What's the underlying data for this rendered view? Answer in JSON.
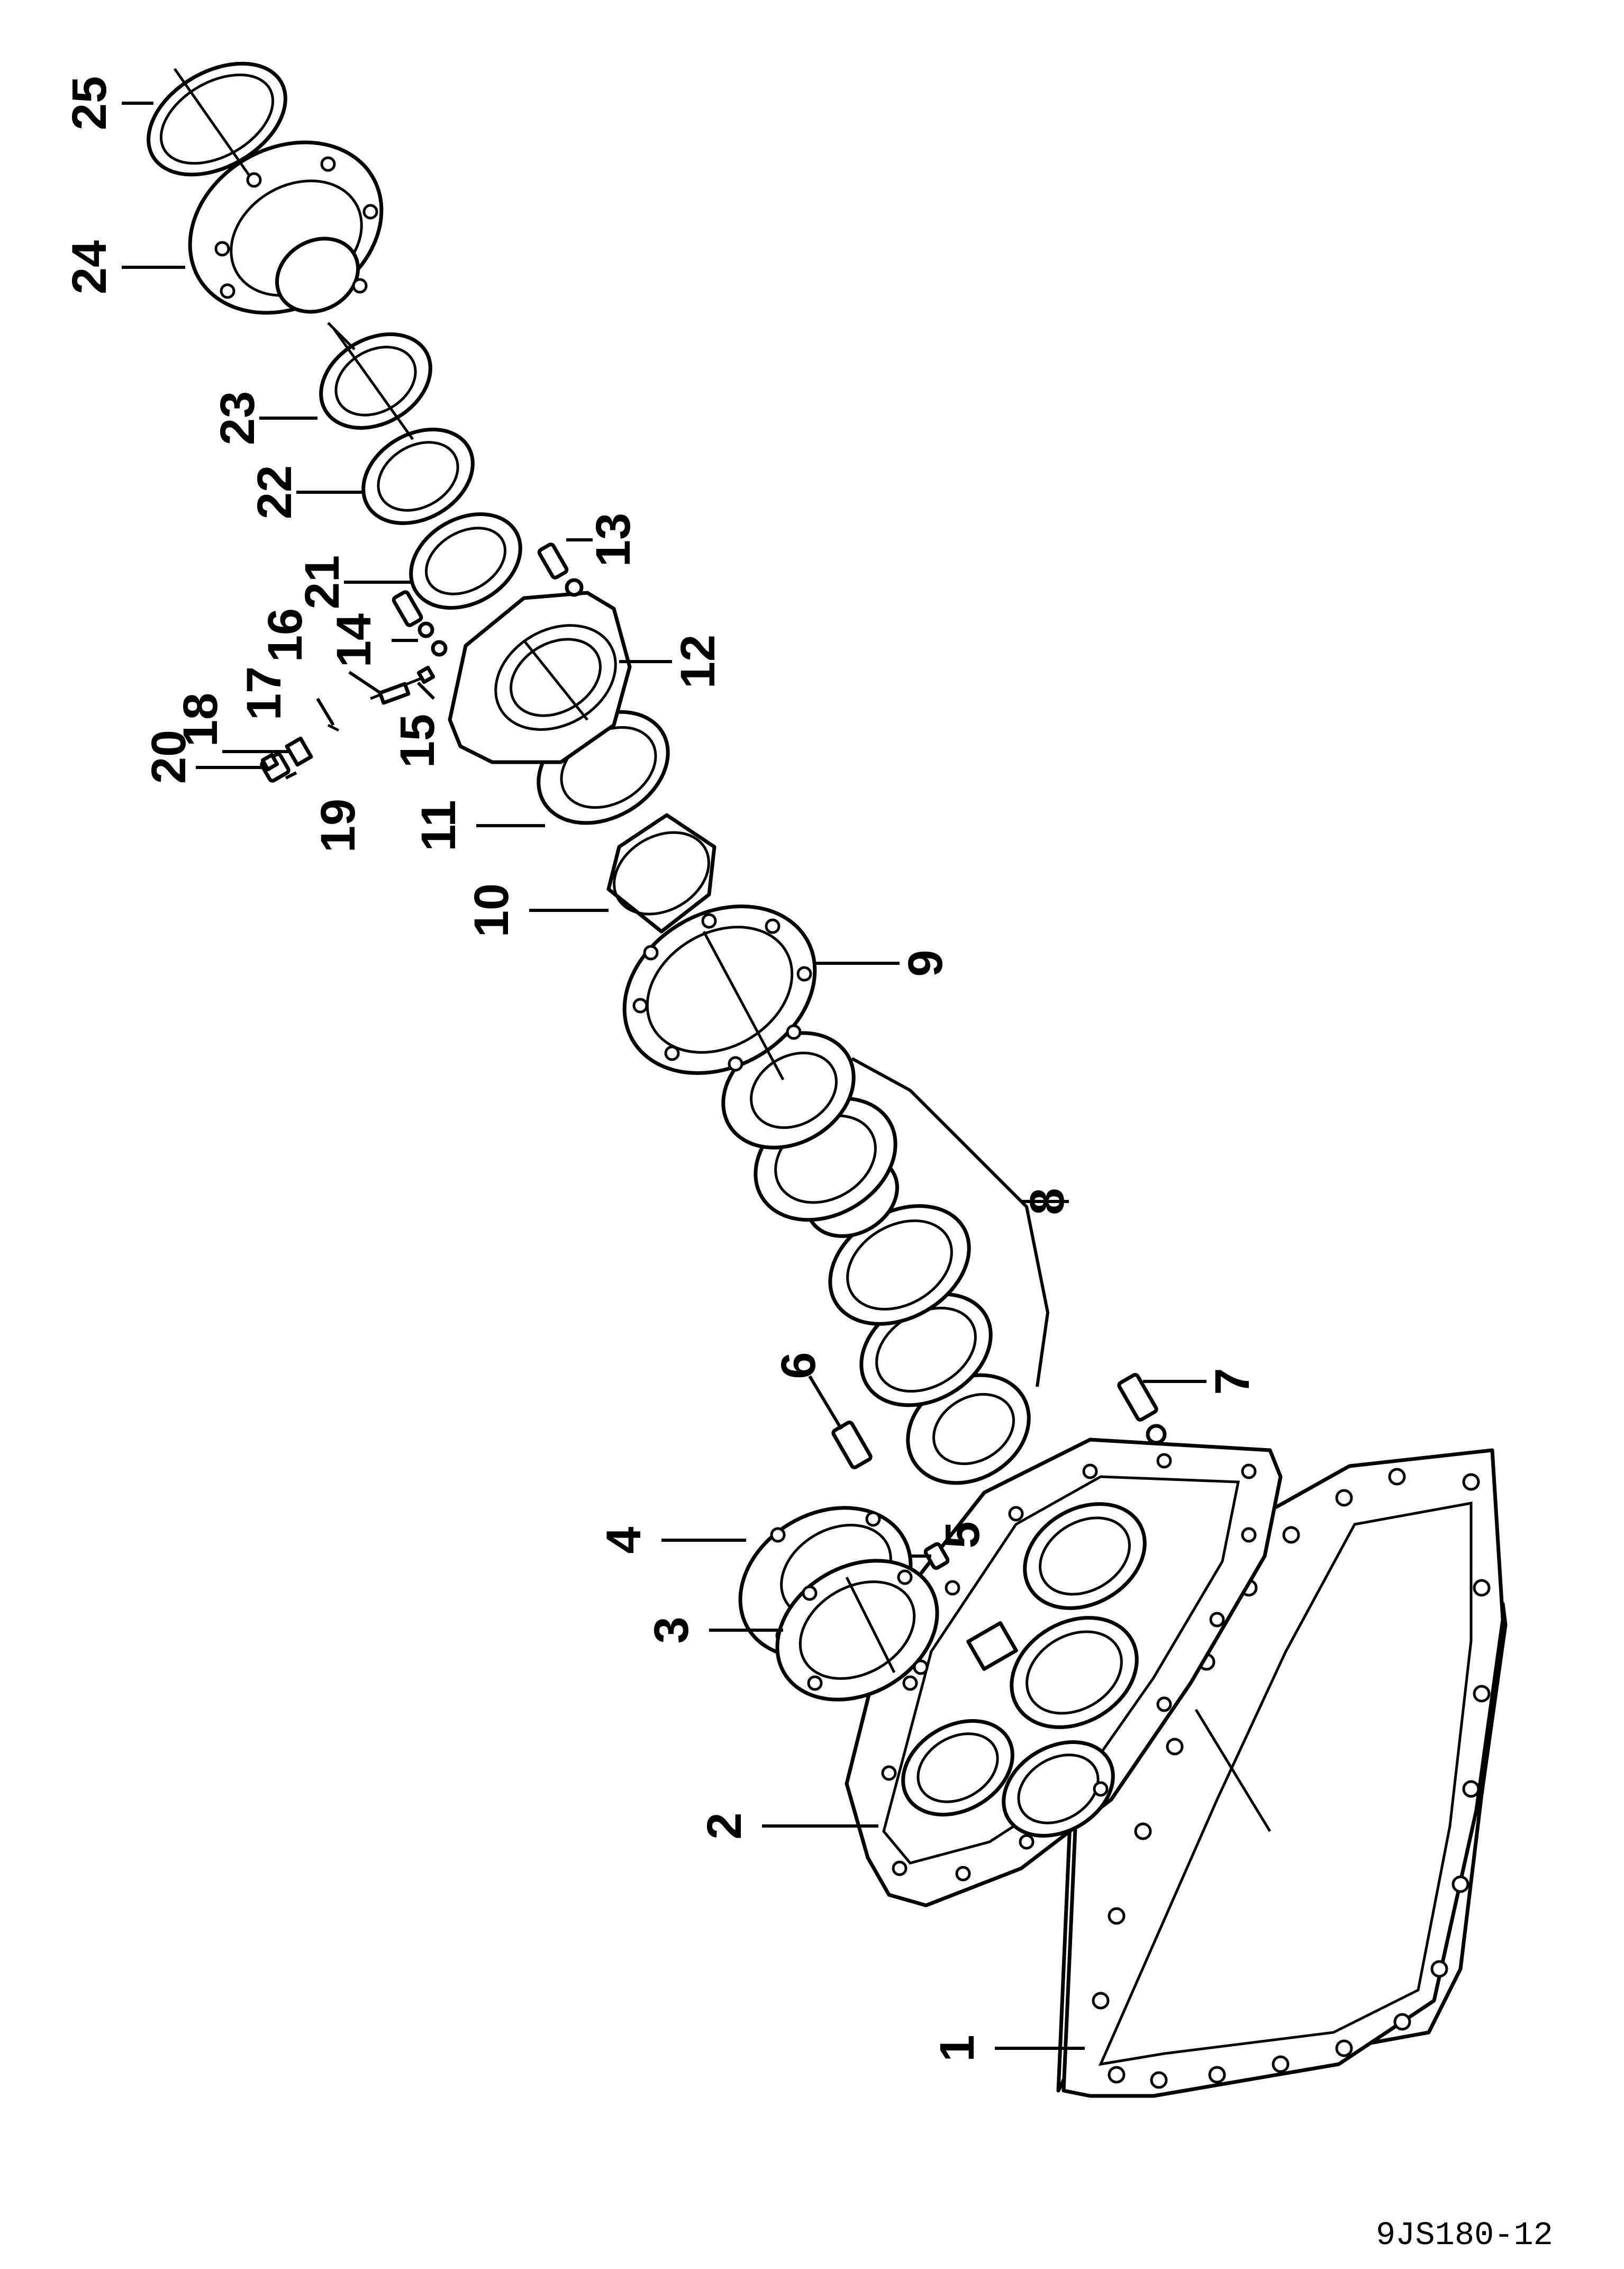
{
  "drawing_code": "9JS180-12",
  "callouts": [
    {
      "id": "1",
      "label": "1"
    },
    {
      "id": "2",
      "label": "2"
    },
    {
      "id": "3",
      "label": "3"
    },
    {
      "id": "4",
      "label": "4"
    },
    {
      "id": "5",
      "label": "5"
    },
    {
      "id": "6",
      "label": "6"
    },
    {
      "id": "7",
      "label": "7"
    },
    {
      "id": "8",
      "label": "8"
    },
    {
      "id": "9",
      "label": "9"
    },
    {
      "id": "10",
      "label": "10"
    },
    {
      "id": "11",
      "label": "11"
    },
    {
      "id": "12",
      "label": "12"
    },
    {
      "id": "13",
      "label": "13"
    },
    {
      "id": "14",
      "label": "14"
    },
    {
      "id": "15",
      "label": "15"
    },
    {
      "id": "16",
      "label": "16"
    },
    {
      "id": "17",
      "label": "17"
    },
    {
      "id": "18",
      "label": "18"
    },
    {
      "id": "19",
      "label": "19"
    },
    {
      "id": "20",
      "label": "20"
    },
    {
      "id": "21",
      "label": "21"
    },
    {
      "id": "22",
      "label": "22"
    },
    {
      "id": "23",
      "label": "23"
    },
    {
      "id": "24",
      "label": "24"
    },
    {
      "id": "25",
      "label": "25"
    }
  ]
}
